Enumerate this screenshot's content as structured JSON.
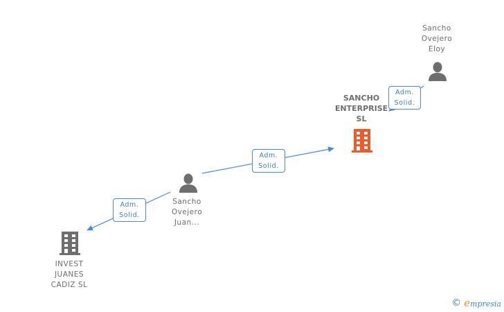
{
  "nodes": [
    {
      "id": "sancho-ovejero-eloy",
      "type": "person",
      "lines": [
        "Sancho",
        "Ovejero",
        "Eloy"
      ],
      "color": "#6e6e6e"
    },
    {
      "id": "sancho-enterprise-sl",
      "type": "company",
      "lines": [
        "SANCHO",
        "ENTERPRISE",
        "SL"
      ],
      "color": "#f05a28",
      "highlighted": true
    },
    {
      "id": "sancho-ovejero-juan",
      "type": "person",
      "lines": [
        "Sancho",
        "Ovejero",
        "Juan..."
      ],
      "color": "#6e6e6e"
    },
    {
      "id": "invest-juanes-cadiz-sl",
      "type": "company",
      "lines": [
        "INVEST",
        "JUANES",
        "CADIZ  SL"
      ],
      "color": "#6e6e6e"
    }
  ],
  "edges": [
    {
      "from": "sancho-ovejero-eloy",
      "to": "sancho-enterprise-sl",
      "label_lines": [
        "Adm.",
        "Solid."
      ]
    },
    {
      "from": "sancho-ovejero-juan",
      "to": "sancho-enterprise-sl",
      "label_lines": [
        "Adm.",
        "Solid."
      ]
    },
    {
      "from": "sancho-ovejero-juan",
      "to": "invest-juanes-cadiz-sl",
      "label_lines": [
        "Adm.",
        "Solid."
      ]
    }
  ],
  "colors": {
    "edge": "#4a8ad8",
    "accent": "#f05a28",
    "node_gray": "#6e6e6e"
  },
  "footer": {
    "copyright_symbol": "©",
    "brand_initial": "e",
    "brand_rest": "mpresia"
  }
}
